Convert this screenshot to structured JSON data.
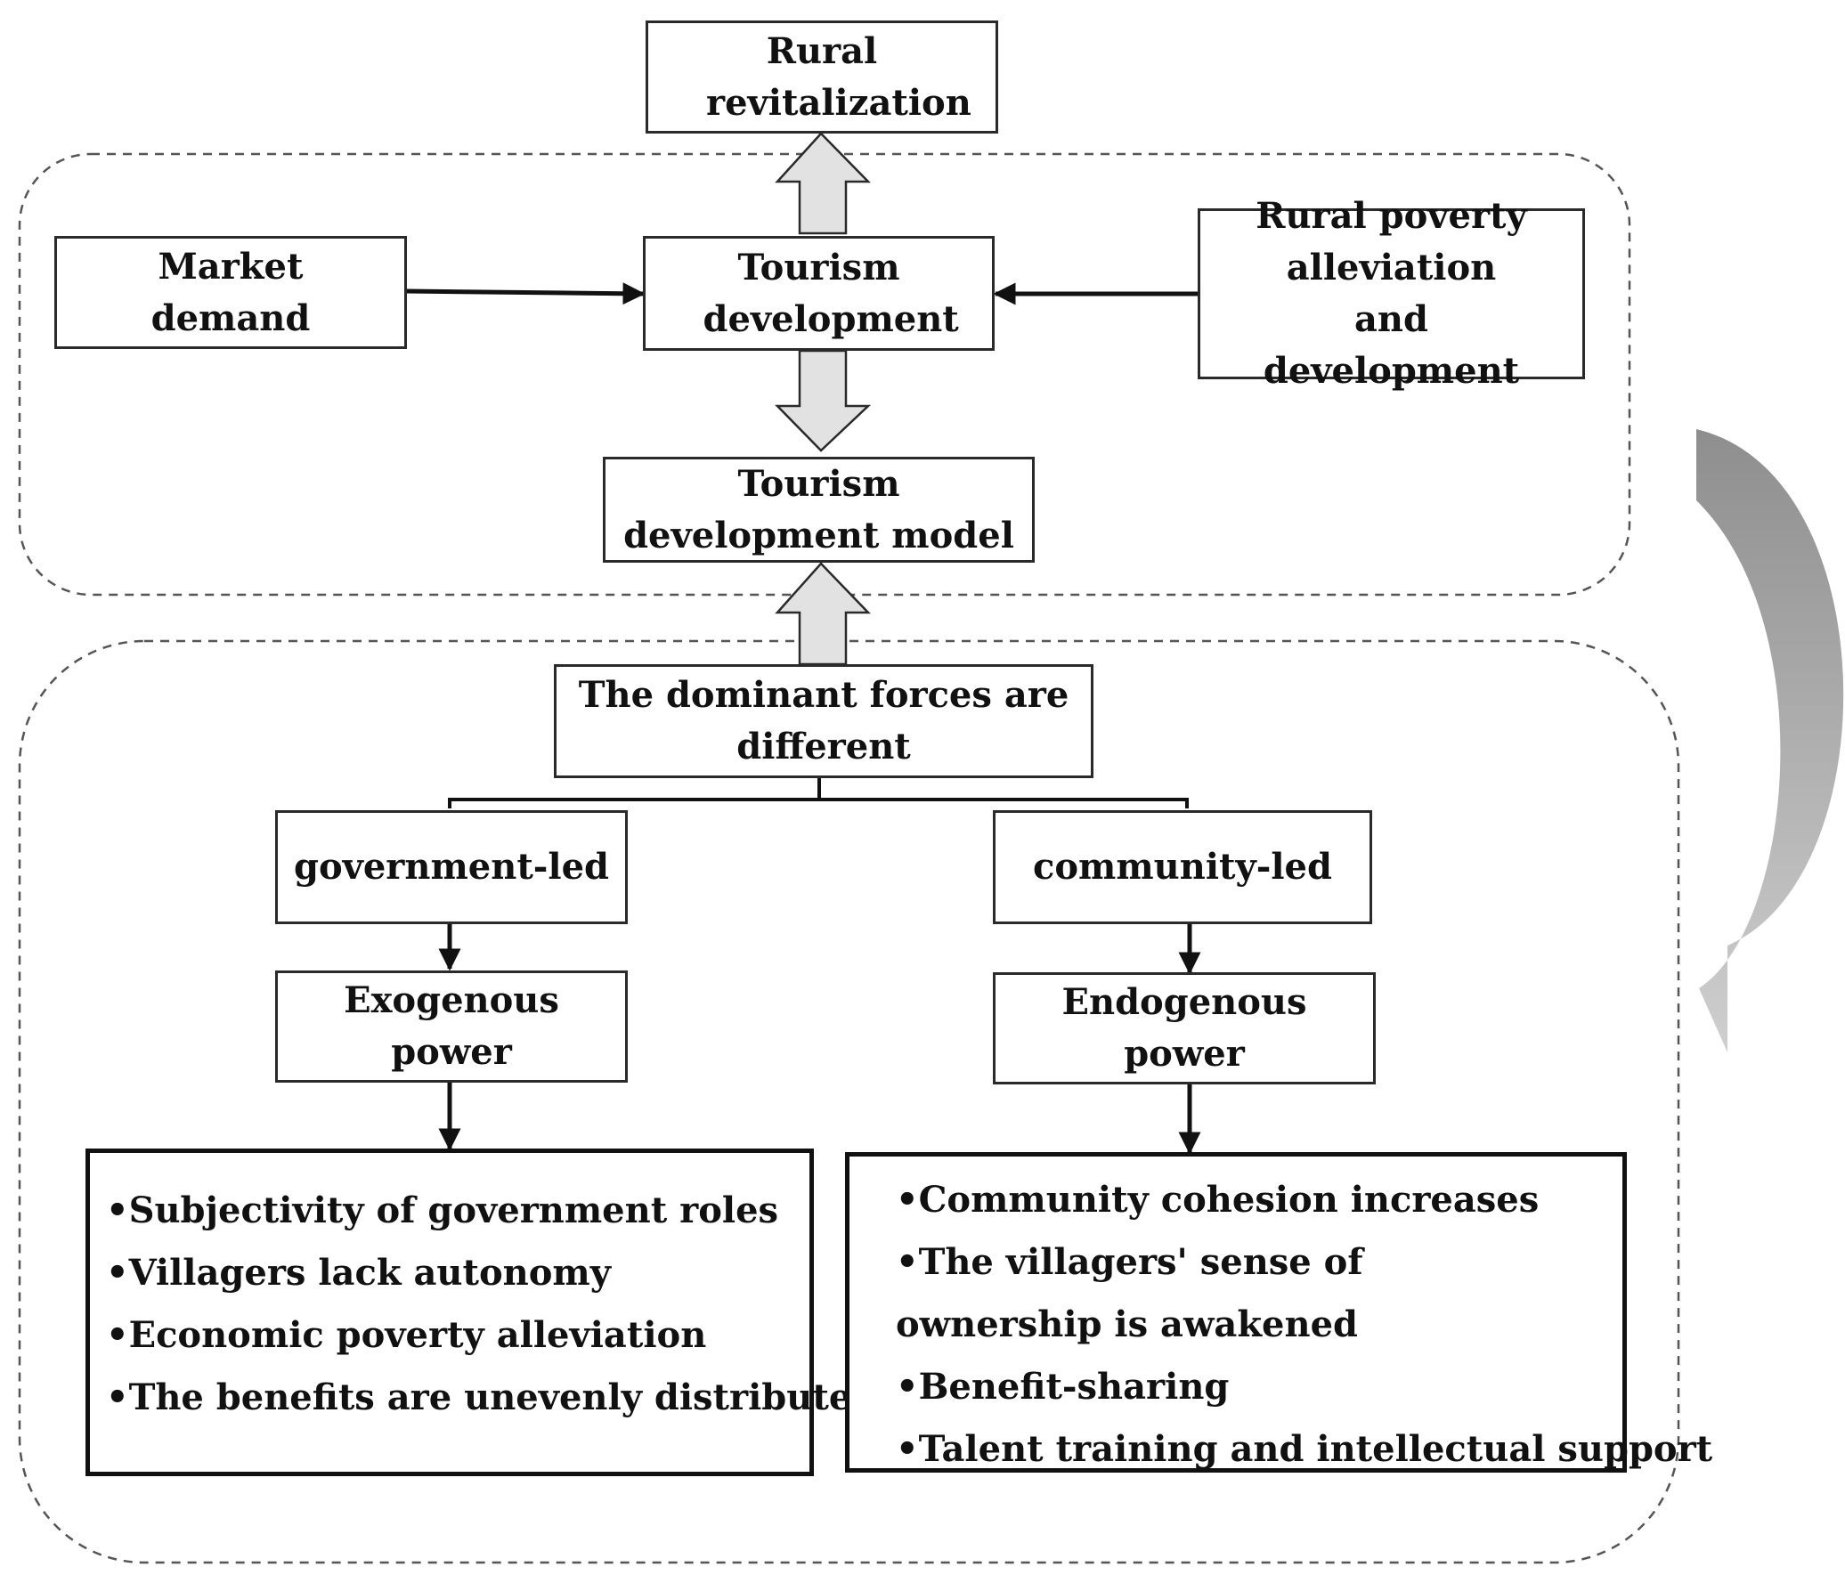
{
  "diagram": {
    "top": {
      "rural_revitalization": "Rural revitalization",
      "market_demand": "Market demand",
      "tourism_development": "Tourism development",
      "rural_poverty": "Rural poverty alleviation and development",
      "tourism_model": "Tourism development model"
    },
    "bottom": {
      "dominant_forces": "The dominant forces are different",
      "government_led": "government-led",
      "community_led": "community-led",
      "exogenous_power": "Exogenous power",
      "endogenous_power": "Endogenous power",
      "government_effects": [
        "Subjectivity of government roles",
        "Villagers lack autonomy",
        "Economic poverty alleviation",
        "The benefits are unevenly distributed"
      ],
      "community_effects": [
        "Community cohesion increases",
        "The villagers' sense of ownership is awakened",
        "Benefit-sharing",
        "Talent training and intellectual support"
      ]
    }
  }
}
